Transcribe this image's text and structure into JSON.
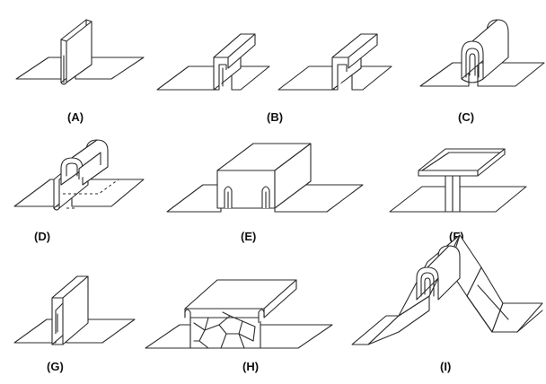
{
  "labels": {
    "a": "(A)",
    "b": "(B)",
    "c": "(C)",
    "d": "(D)",
    "e": "(E)",
    "f": "(F)",
    "g": "(G)",
    "h": "(H)",
    "i": "(I)"
  }
}
